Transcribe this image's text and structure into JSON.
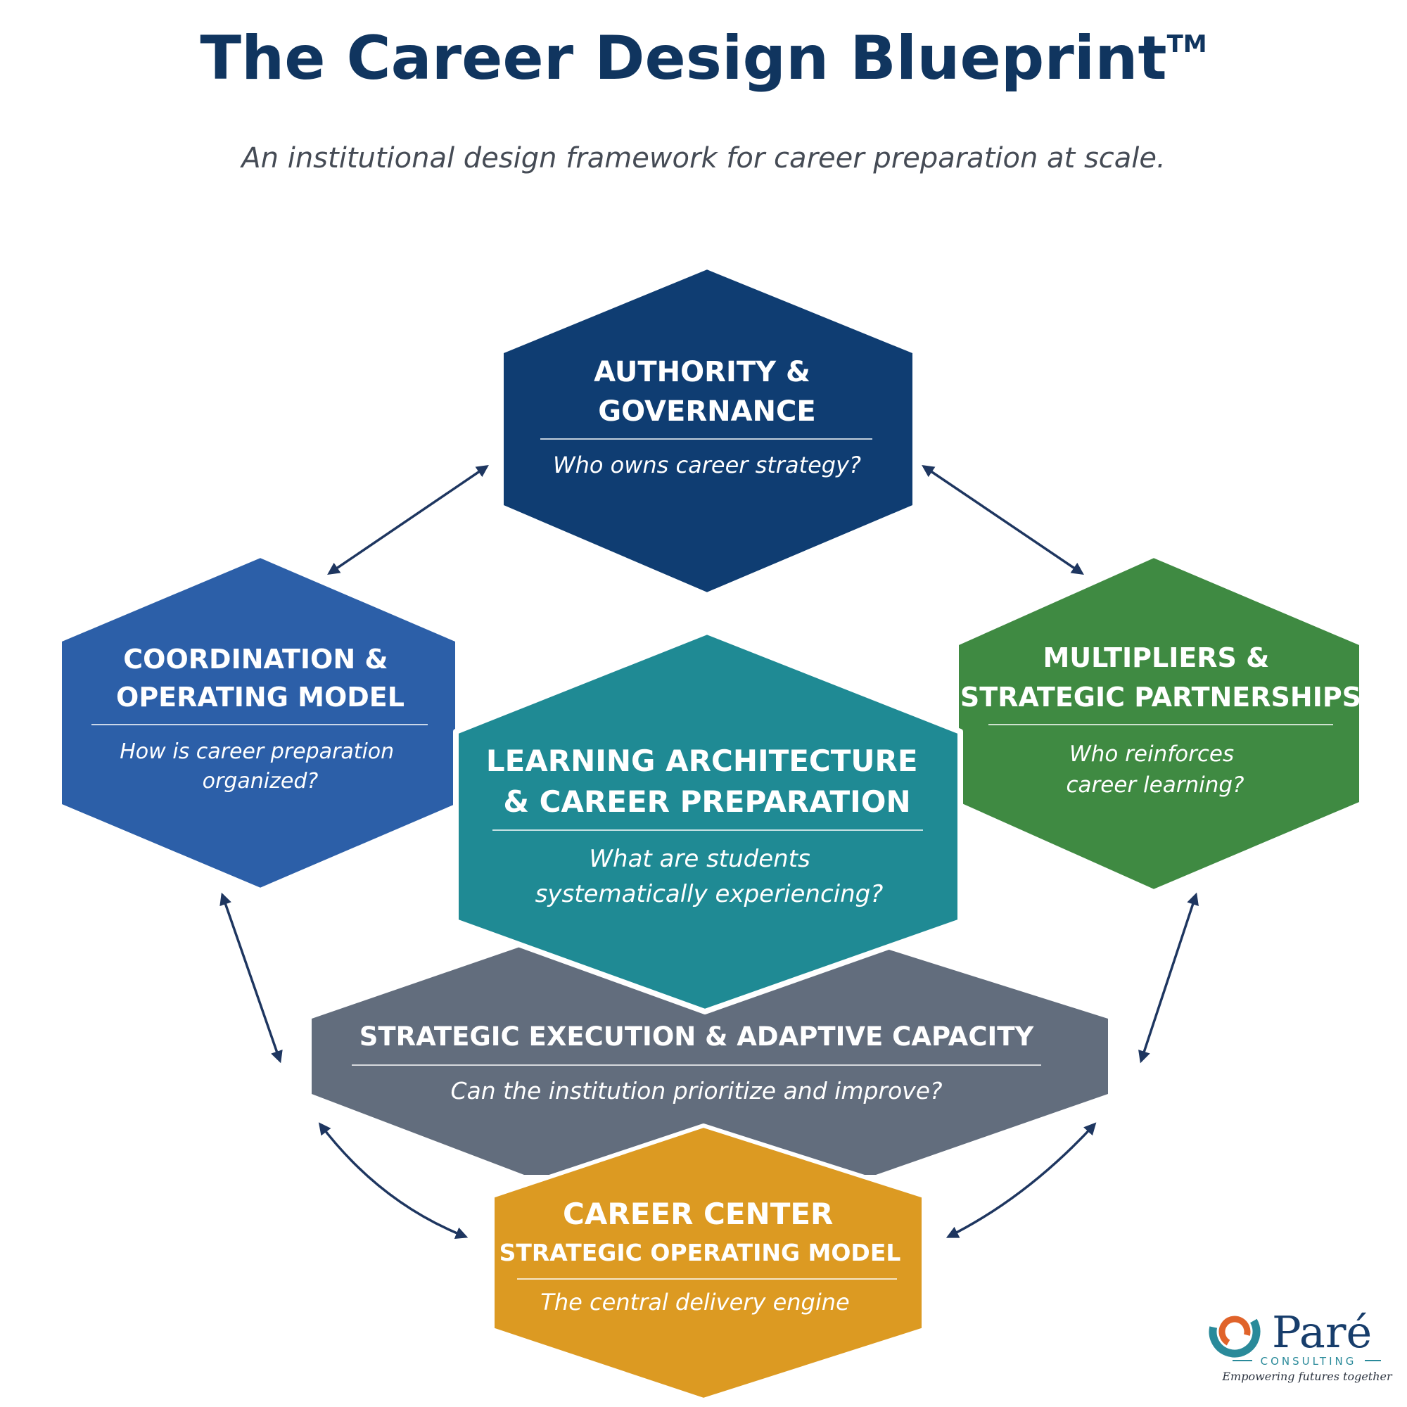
{
  "header": {
    "title": "The Career Design Blueprint",
    "trademark": "TM",
    "subtitle": "An institutional design framework for career preparation at scale."
  },
  "blocks": {
    "authority": {
      "title_lines": [
        "AUTHORITY &",
        "GOVERNANCE"
      ],
      "question_lines": [
        "Who owns career strategy?"
      ],
      "color": "#0f3d72"
    },
    "coordination": {
      "title_lines": [
        "COORDINATION &",
        "OPERATING MODEL"
      ],
      "question_lines": [
        "How is career preparation",
        "organized?"
      ],
      "color": "#2c5fa8"
    },
    "multipliers": {
      "title_lines": [
        "MULTIPLIERS &",
        "STRATEGIC PARTNERSHIPS"
      ],
      "question_lines": [
        "Who reinforces",
        "career learning?"
      ],
      "color": "#3f8a42"
    },
    "learning": {
      "title_lines": [
        "LEARNING ARCHITECTURE",
        "& CAREER PREPARATION"
      ],
      "question_lines": [
        "What are students",
        "systematically experiencing?"
      ],
      "color": "#1f8a94"
    },
    "execution": {
      "title_lines": [
        "STRATEGIC EXECUTION & ADAPTIVE CAPACITY"
      ],
      "question_lines": [
        "Can the institution prioritize and improve?"
      ],
      "color": "#626d7d"
    },
    "career_center": {
      "title_lines": [
        "CAREER CENTER",
        "STRATEGIC OPERATING MODEL"
      ],
      "question_lines": [
        "The central delivery engine"
      ],
      "color": "#dc9a22"
    }
  },
  "logo": {
    "name": "Paré",
    "subname": "CONSULTING",
    "tagline": "Empowering futures together",
    "colors": {
      "orange": "#e0632a",
      "teal": "#2a8a9a",
      "navy": "#173d6b"
    }
  }
}
